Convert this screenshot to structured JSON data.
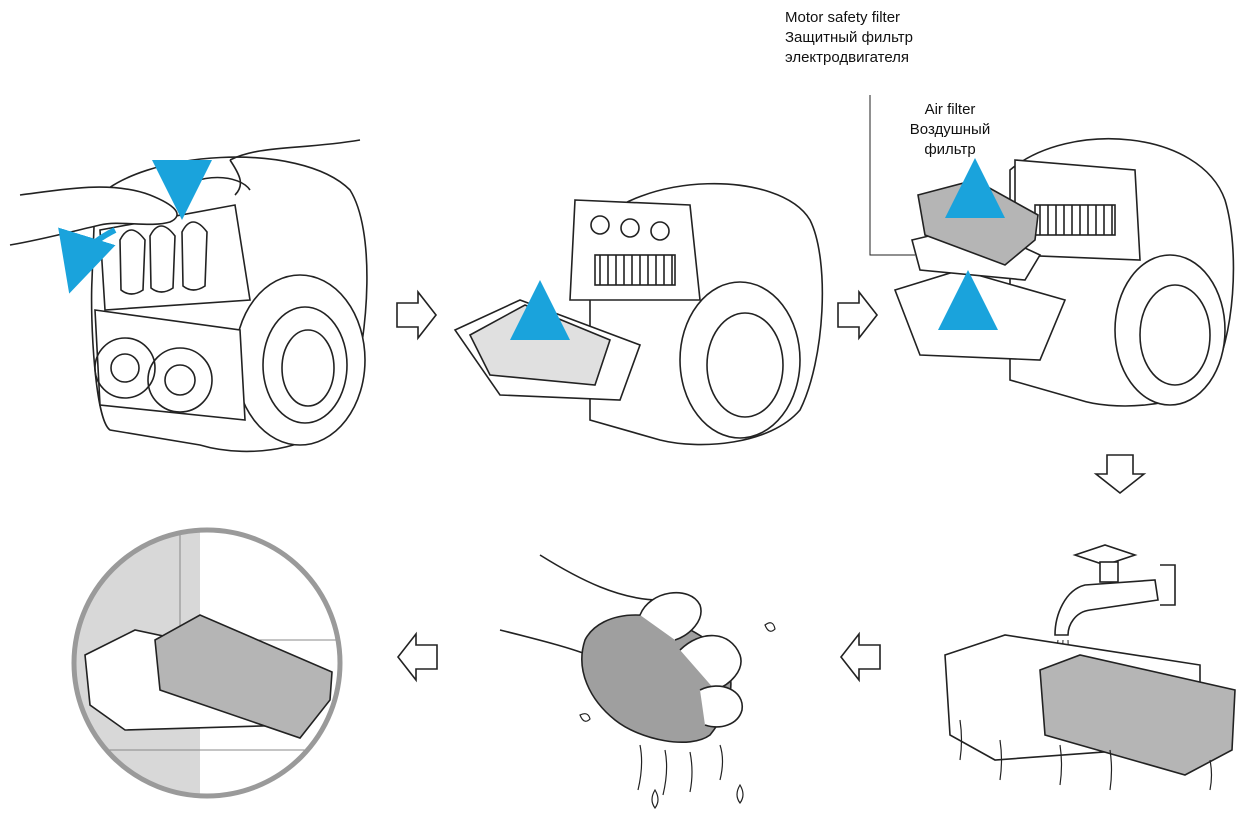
{
  "labels": {
    "motor_safety_filter": {
      "en": "Motor safety filter",
      "ru_line1": "Защитный фильтр",
      "ru_line2": "электродвигателя"
    },
    "air_filter": {
      "en": "Air filter",
      "ru_line1": "Воздушный",
      "ru_line2": "фильтр"
    }
  },
  "colors": {
    "line": "#222222",
    "arrow_blue": "#1aa3dc",
    "filter_gray": "#b5b5b5",
    "shade_gray": "#d8d8d8",
    "badge_ring": "#9a9a9a"
  },
  "steps": [
    {
      "id": "open-cover"
    },
    {
      "id": "remove-air-filter"
    },
    {
      "id": "remove-motor-safety-filter"
    },
    {
      "id": "rinse-under-tap"
    },
    {
      "id": "squeeze-water-out"
    },
    {
      "id": "dry-in-shade"
    }
  ]
}
